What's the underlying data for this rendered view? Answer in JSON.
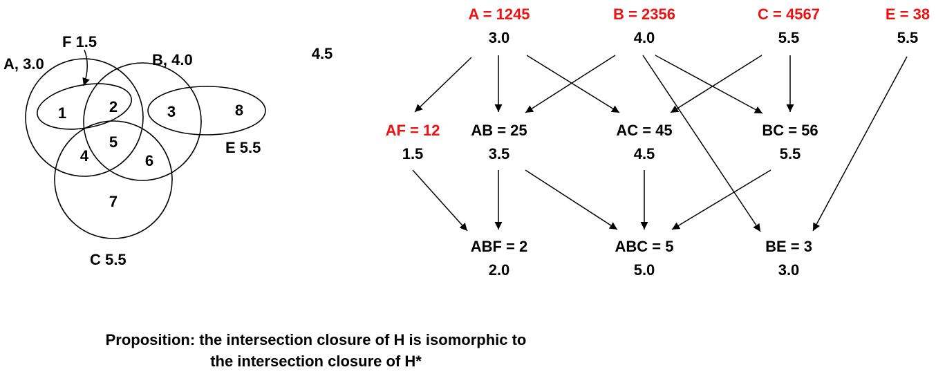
{
  "venn": {
    "set_labels": {
      "A": "A, 3.0",
      "B": "B, 4.0",
      "C": "C 5.5",
      "E": "E 5.5",
      "F": "F 1.5"
    },
    "regions": [
      "1",
      "2",
      "3",
      "8",
      "5",
      "4",
      "6",
      "7"
    ]
  },
  "floating_value": "4.5",
  "lattice": {
    "nodes": [
      {
        "id": "A",
        "label": "A = 1245",
        "value": "3.0",
        "highlight": true
      },
      {
        "id": "B",
        "label": "B = 2356",
        "value": "4.0",
        "highlight": true
      },
      {
        "id": "C",
        "label": "C = 4567",
        "value": "5.5",
        "highlight": true
      },
      {
        "id": "E",
        "label": "E = 38",
        "value": "5.5",
        "highlight": true
      },
      {
        "id": "AF",
        "label": "AF = 12",
        "value": "1.5",
        "highlight": true
      },
      {
        "id": "AB",
        "label": "AB = 25",
        "value": "3.5",
        "highlight": false
      },
      {
        "id": "AC",
        "label": "AC = 45",
        "value": "4.5",
        "highlight": false
      },
      {
        "id": "BC",
        "label": "BC = 56",
        "value": "5.5",
        "highlight": false
      },
      {
        "id": "ABF",
        "label": "ABF = 2",
        "value": "2.0",
        "highlight": false
      },
      {
        "id": "ABC",
        "label": "ABC = 5",
        "value": "5.0",
        "highlight": false
      },
      {
        "id": "BE",
        "label": "BE = 3",
        "value": "3.0",
        "highlight": false
      }
    ],
    "edges": [
      [
        "A",
        "AF"
      ],
      [
        "A",
        "AB"
      ],
      [
        "A",
        "AC"
      ],
      [
        "B",
        "AB"
      ],
      [
        "B",
        "BC"
      ],
      [
        "B",
        "BE"
      ],
      [
        "C",
        "AC"
      ],
      [
        "C",
        "BC"
      ],
      [
        "E",
        "BE"
      ],
      [
        "AF",
        "ABF"
      ],
      [
        "AB",
        "ABF"
      ],
      [
        "AB",
        "ABC"
      ],
      [
        "AC",
        "ABC"
      ],
      [
        "BC",
        "ABC"
      ]
    ]
  },
  "colors": {
    "highlight": "#ee1111",
    "text": "#000000"
  },
  "proposition": {
    "line1": "Proposition: the intersection closure of H is isomorphic to",
    "line2": "the intersection closure of H*"
  }
}
